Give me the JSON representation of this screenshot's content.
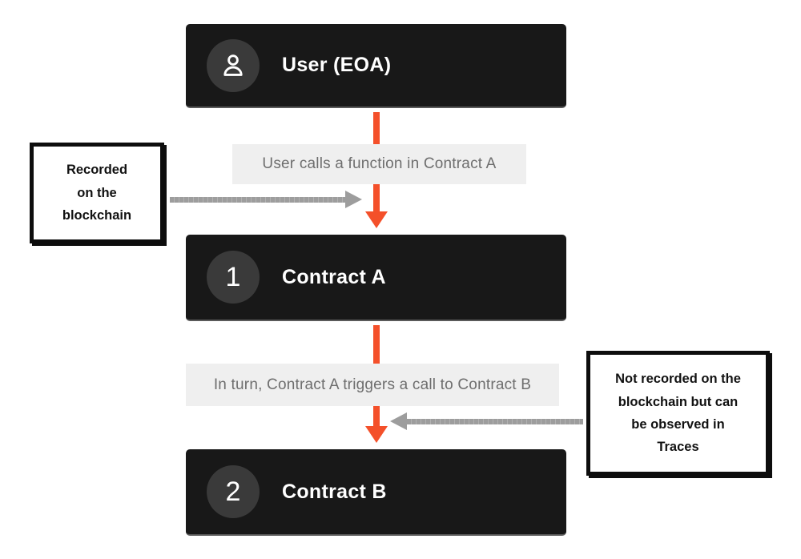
{
  "nodes": [
    {
      "name": "user",
      "label": "User (EOA)",
      "icon": "person-icon"
    },
    {
      "name": "contract-a",
      "label": "Contract A",
      "badge": "1"
    },
    {
      "name": "contract-b",
      "label": "Contract B",
      "badge": "2"
    }
  ],
  "flow_labels": {
    "user_to_a": "User calls a function in Contract A",
    "a_to_b": "In turn, Contract A triggers a call to Contract B"
  },
  "notes": {
    "left": "Recorded\non the\nblockchain",
    "right": "Not recorded on the\nblockchain but can\nbe observed in\nTraces"
  },
  "colors": {
    "node_background": "#181818",
    "badge_background": "#3a3a3a",
    "arrow_orange": "#f4502a",
    "arrow_gray": "#9d9d9d",
    "flow_label_background": "#efefef",
    "flow_label_text": "#6e6e6e",
    "note_border": "#0d0d0d"
  }
}
